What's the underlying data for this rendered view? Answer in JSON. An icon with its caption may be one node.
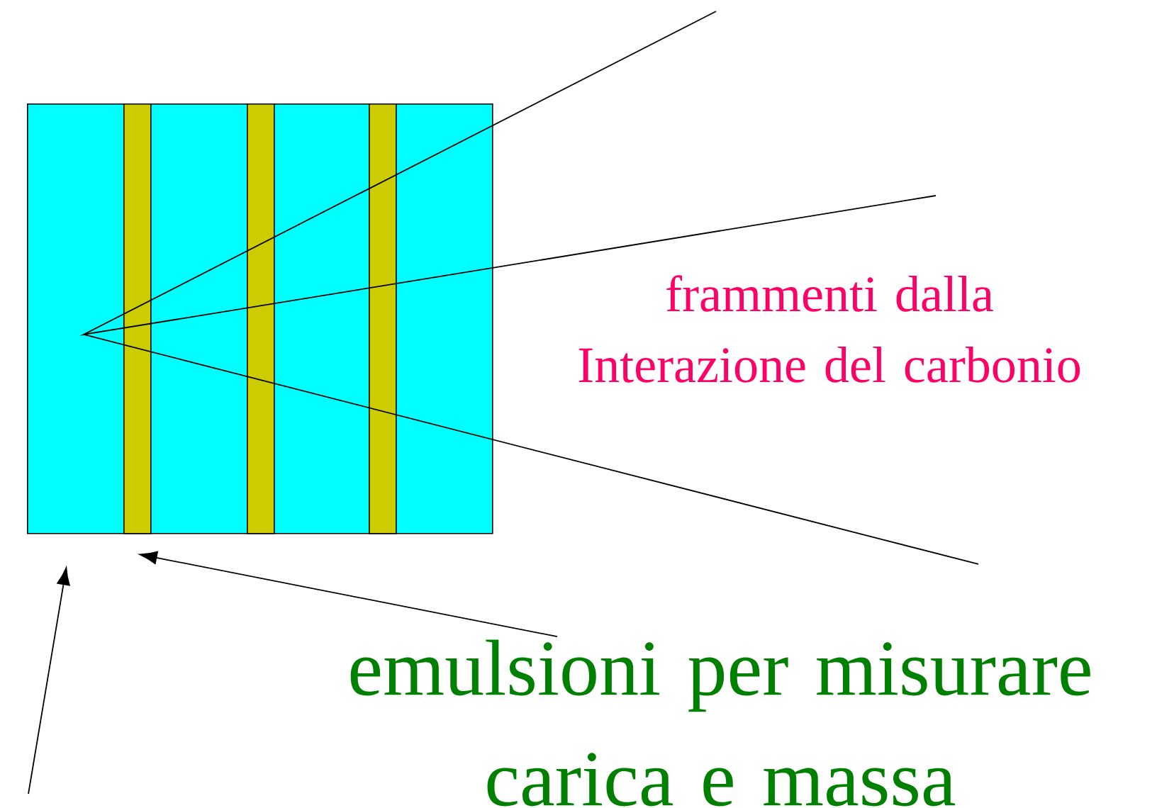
{
  "diagram": {
    "nodes": [
      {
        "text": [],
        "shape": "box"
      },
      {
        "text": [],
        "shape": "bar",
        "in": 0
      },
      {
        "text": [],
        "shape": "bar",
        "in": 0
      },
      {
        "text": [],
        "shape": "bar",
        "in": 0
      },
      {
        "text": [
          "emulsioni per misurare carica e massa"
        ]
      }
    ],
    "edges": [
      {
        "from": 4,
        "to": 1,
        "arrow": "to"
      },
      {
        "from": null,
        "to": 0,
        "arrow": "to"
      }
    ],
    "labels": [
      "frammenti dalla Interazione del carbonio"
    ]
  }
}
